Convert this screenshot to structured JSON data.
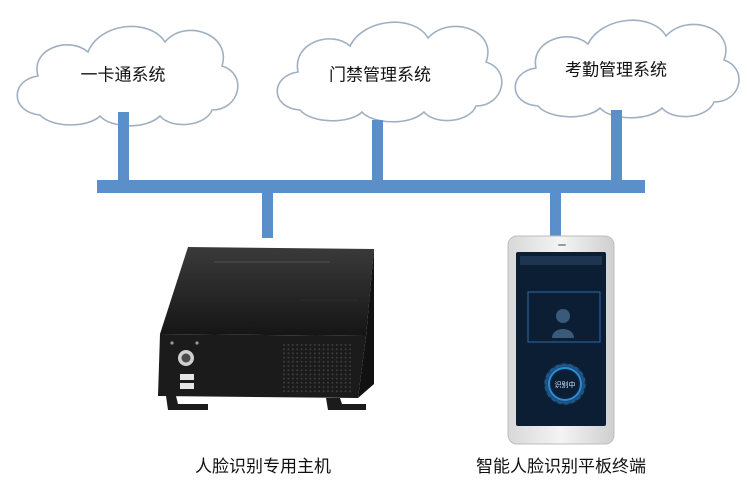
{
  "clouds": [
    {
      "label": "一卡通系统"
    },
    {
      "label": "门禁管理系统"
    },
    {
      "label": "考勤管理系统"
    }
  ],
  "devices": {
    "host_label": "人脸识别专用主机",
    "tablet_label": "智能人脸识别平板终端",
    "tablet_screen_text": "识别中"
  },
  "colors": {
    "network_line": "#5b8fc9",
    "cloud_stroke": "#9fb0c2",
    "box_body": "#1b1b1b",
    "tablet_screen": "#0c1e33",
    "tablet_ring": "#2d8cd6"
  }
}
